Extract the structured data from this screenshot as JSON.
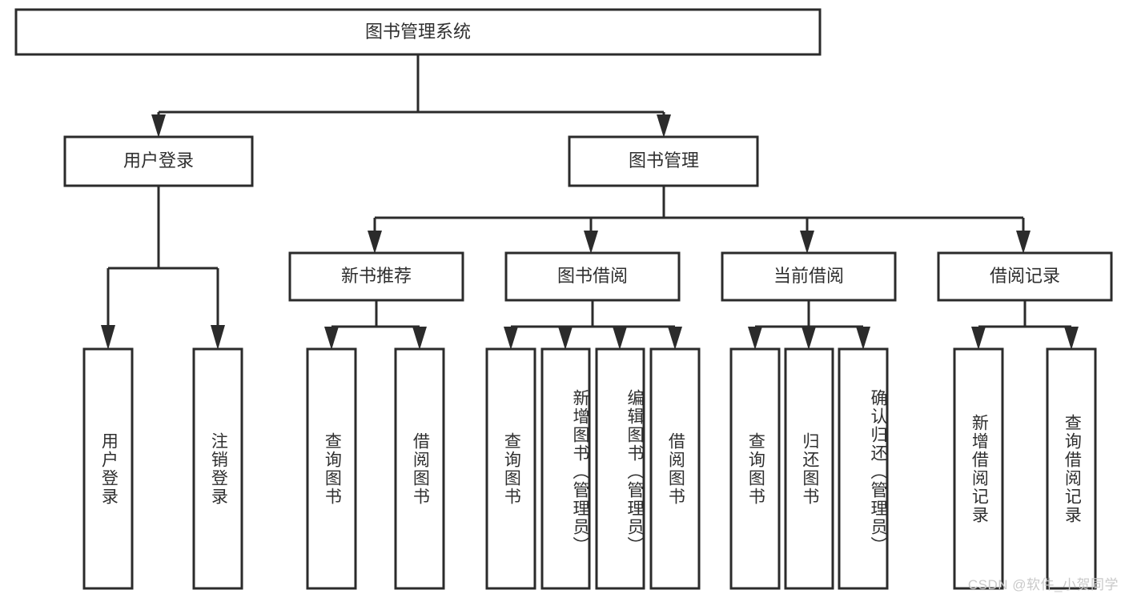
{
  "diagram": {
    "type": "tree",
    "title": "图书管理系统",
    "background_color": "#ffffff",
    "box_stroke_color": "#2b2b2b",
    "text_color": "#2f2f2f",
    "root": {
      "label": "图书管理系统",
      "orientation": "horizontal"
    },
    "level2": [
      {
        "label": "用户登录"
      },
      {
        "label": "图书管理"
      }
    ],
    "level3": [
      {
        "label": "新书推荐"
      },
      {
        "label": "图书借阅"
      },
      {
        "label": "当前借阅"
      },
      {
        "label": "借阅记录"
      }
    ],
    "leaves": {
      "user_login": [
        {
          "label": "用户登录"
        },
        {
          "label": "注销登录"
        }
      ],
      "new_book_recommend": [
        {
          "label": "查询图书"
        },
        {
          "label": "借阅图书"
        }
      ],
      "book_borrow": [
        {
          "label": "查询图书"
        },
        {
          "label": "新增图书（管理员）"
        },
        {
          "label": "编辑图书（管理员）"
        },
        {
          "label": "借阅图书"
        }
      ],
      "current_borrow": [
        {
          "label": "查询图书"
        },
        {
          "label": "归还图书"
        },
        {
          "label": "确认归还（管理员）"
        }
      ],
      "borrow_record": [
        {
          "label": "新增借阅记录"
        },
        {
          "label": "查询借阅记录"
        }
      ]
    }
  },
  "watermark": {
    "text": "CSDN @软件_小贺同学"
  }
}
